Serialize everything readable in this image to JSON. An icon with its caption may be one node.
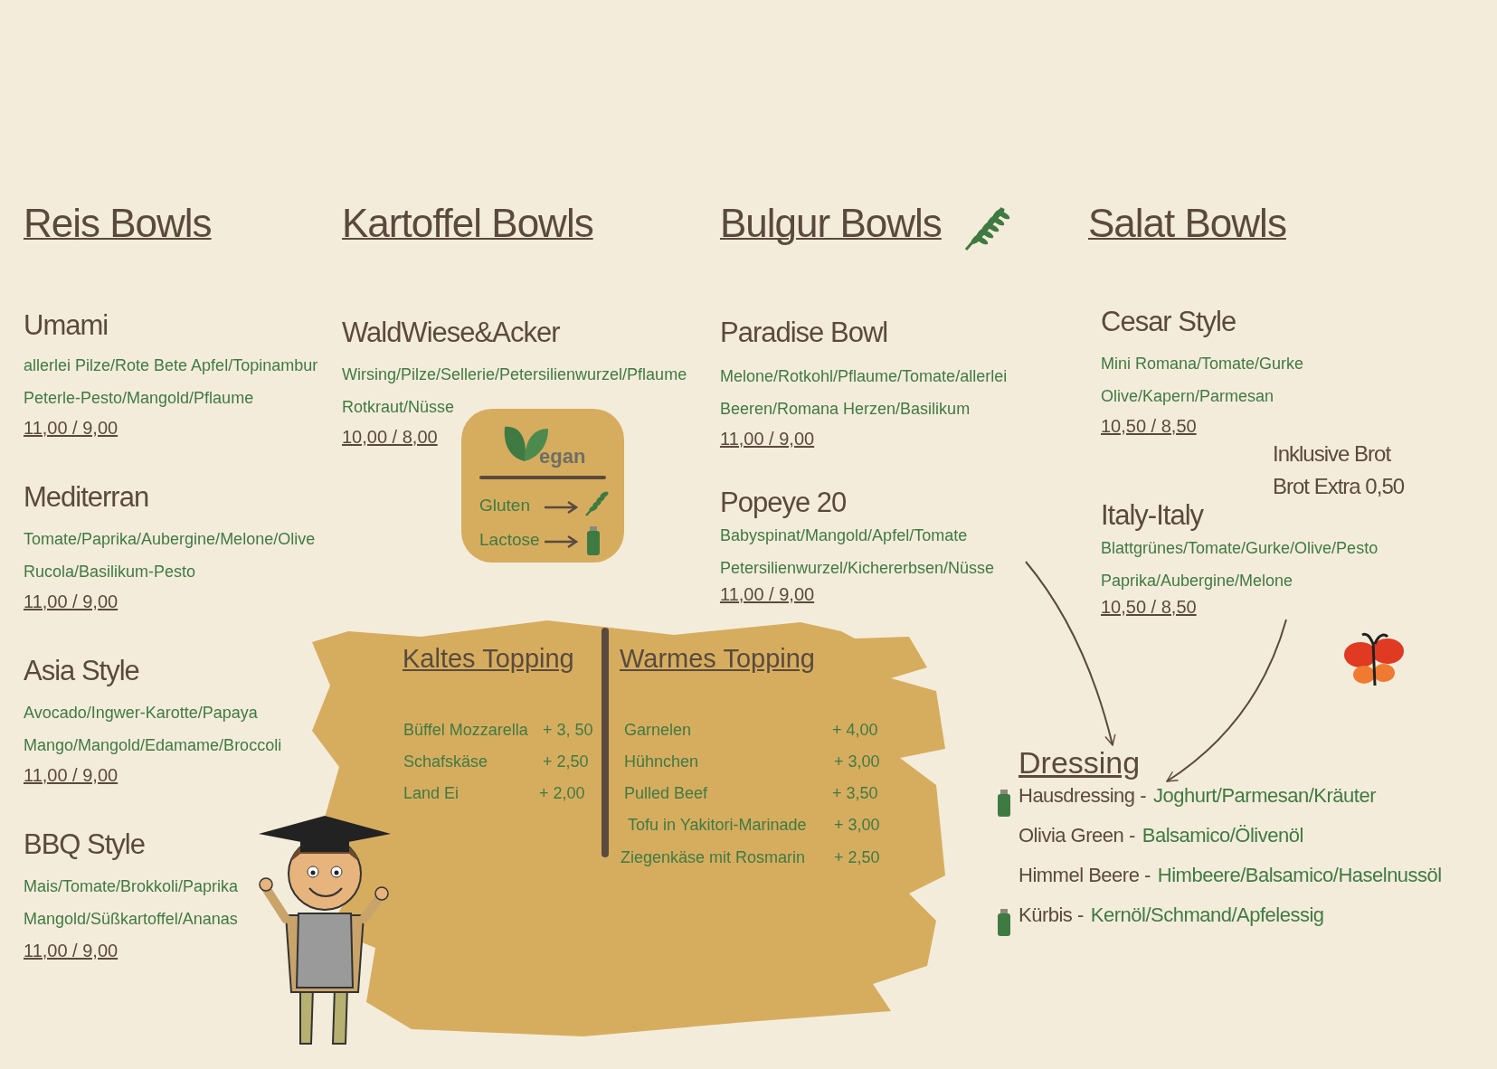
{
  "diagram": {
    "nodes": [
      {
        "text": [
          "egan"
        ]
      },
      {
        "text": [
          "Popeye 20",
          "Babyspinat/Mangold/Apfel/Tomate Petersilienwurzel/Kichererbsen/Nüsse",
          "11,00 / 9,00"
        ]
      },
      {
        "text": [
          "Italy-Italy",
          "Blattgrünes/Tomate/Gurke/Olive/Pesto Paprika/Aubergine/Melone",
          "10,50 / 8,50"
        ]
      },
      {
        "text": [
          "Kaltes Topping",
          "Warmes Topping"
        ]
      },
      {
        "text": [
          "Dressing",
          "Hausdressing -",
          "Joghurt/Parmesan/Kräuter",
          "Olivia Green -",
          "Balsamico/Ölivenöl",
          "Himmel Beere -",
          "Himbeere/Balsamico/Haselnussöl",
          "Kürbis -",
          "Kernöl/Schmand/Apfelessig"
        ]
      }
    ],
    "edges": [
      {
        "from": 1,
        "to": 4,
        "arrow": "to"
      },
      {
        "from": 2,
        "to": 4,
        "arrow": "to"
      }
    ],
    "labels": [
      "Reis Bowls",
      "Kartoffel Bowls",
      "Bulgur Bowls",
      "Salat Bowls",
      "Umami",
      "allerlei Pilze/Rote Bete Apfel/Topinambur Peterle-Pesto/Mangold/Pflaume",
      "11,00 / 9,00",
      "WaldWiese&Acker",
      "Wirsing/Pilze/Sellerie/Petersilienwurzel/Pflaume Rotkraut/Nüsse",
      "10,00 / 8,00",
      "Paradise Bowl",
      "Melone/Rotkohl/Pflaume/Tomate/allerlei Beeren/Romana Herzen/Basilikum",
      "11,00 / 9,00",
      "Cesar Style",
      "Mini Romana/Tomate/Gurke Olive/Kapern/Parmesan",
      "10,50 / 8,50",
      "Inklusive Brot",
      "Brot Extra 0,50",
      "Mediterran",
      "Tomate/Paprika/Aubergine/Melone/Olive Rucola/Basilikum-Pesto",
      "11,00 / 9,00",
      "Asia Style",
      "Avocado/Ingwer-Karotte/Papaya Mango/Mangold/Edamame/Broccoli",
      "11,00 / 9,00",
      "BBQ Style",
      "Mais/Tomate/Brokkoli/Paprika Mangold/Süßkartoffel/Ananas",
      "11,00 / 9,00",
      "Büffel Mozzarella",
      "+ 3, 50",
      "Schafskäse",
      "+ 2,50",
      "Land Ei",
      "+ 2,00",
      "Garnelen",
      "+ 4,00",
      "Hühnchen",
      "+ 3,00",
      "Pulled Beef",
      "+ 3,50",
      "Tofu in Yakitori-Marinade",
      "+ 3,00",
      "Ziegenkäse mit Rosmarin",
      "+ 2,50"
    ],
    "legend": [
      {
        "text": "Gluten"
      },
      {
        "text": "Lactose"
      }
    ]
  }
}
